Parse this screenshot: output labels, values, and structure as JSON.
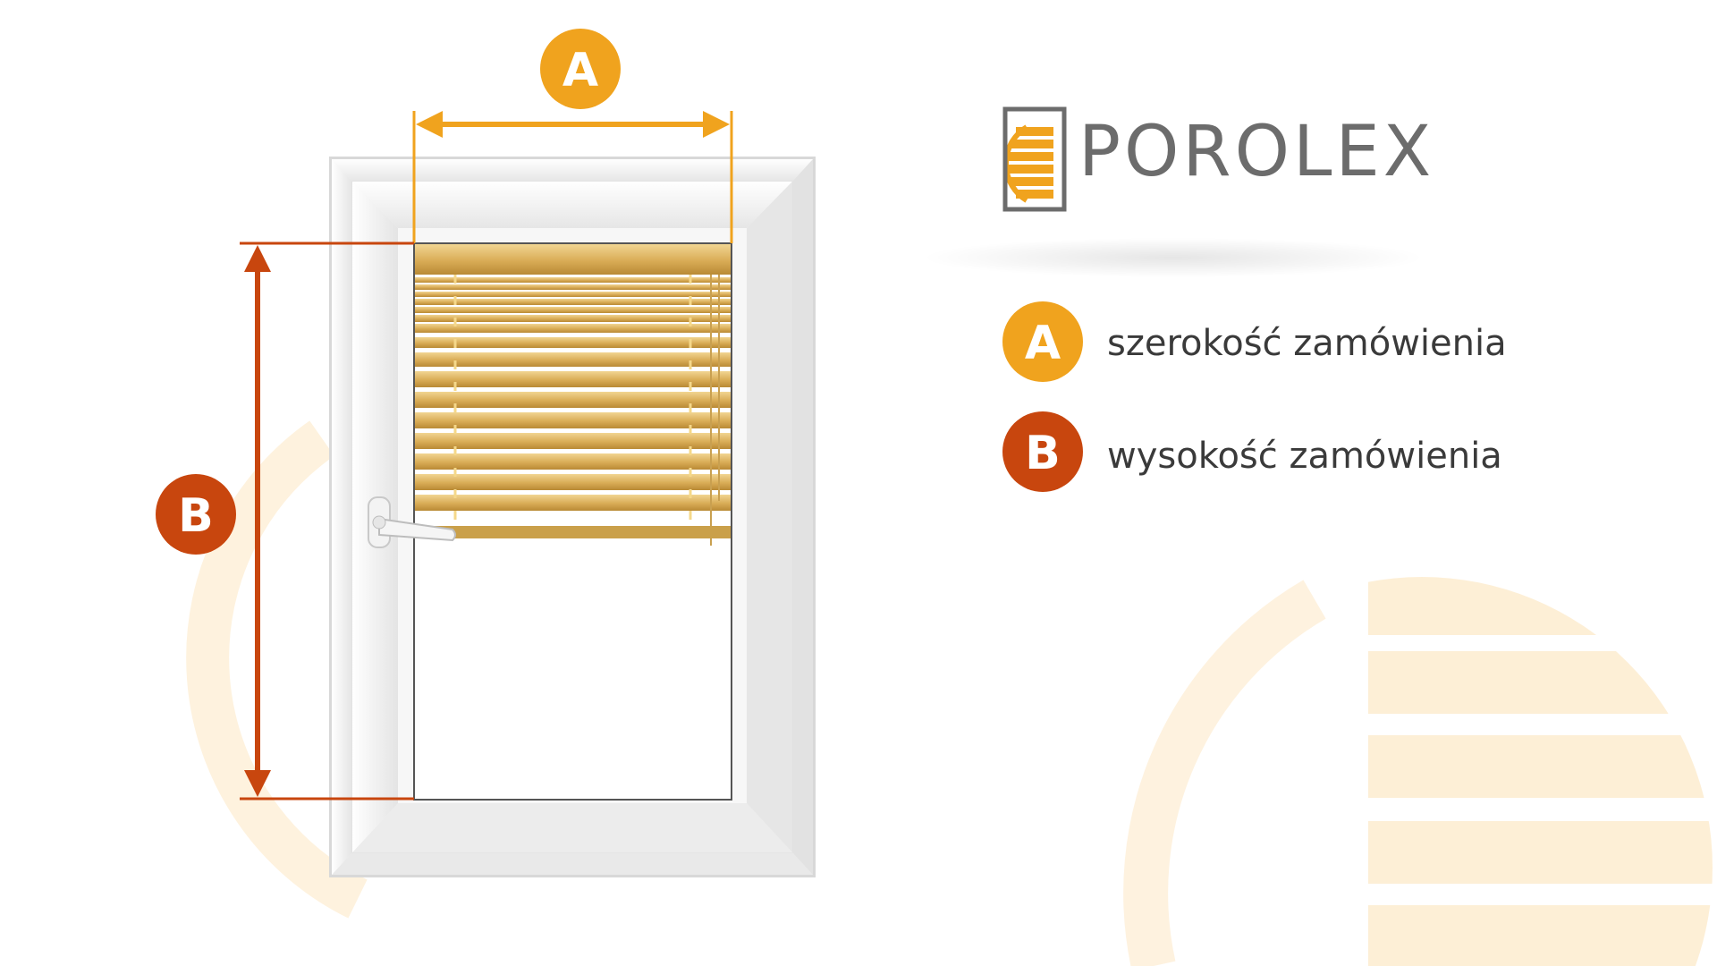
{
  "brand": {
    "name": "POROLEX",
    "accent_color": "#f0a31e",
    "logo_icon": "window-sun-icon"
  },
  "dimensions": {
    "a": {
      "letter": "A",
      "description": "szerokość zamówienia",
      "color": "#f0a31e"
    },
    "b": {
      "letter": "B",
      "description": "wysokość zamówienia",
      "color": "#c8460e"
    }
  },
  "illustration": {
    "window_icon": "window-with-pleated-blind-icon",
    "handle_icon": "window-handle-icon",
    "background_decor_icon": "sun-stripes-icon",
    "blind_color": "#dcb25c",
    "frame_color": "#f2f2f2"
  }
}
